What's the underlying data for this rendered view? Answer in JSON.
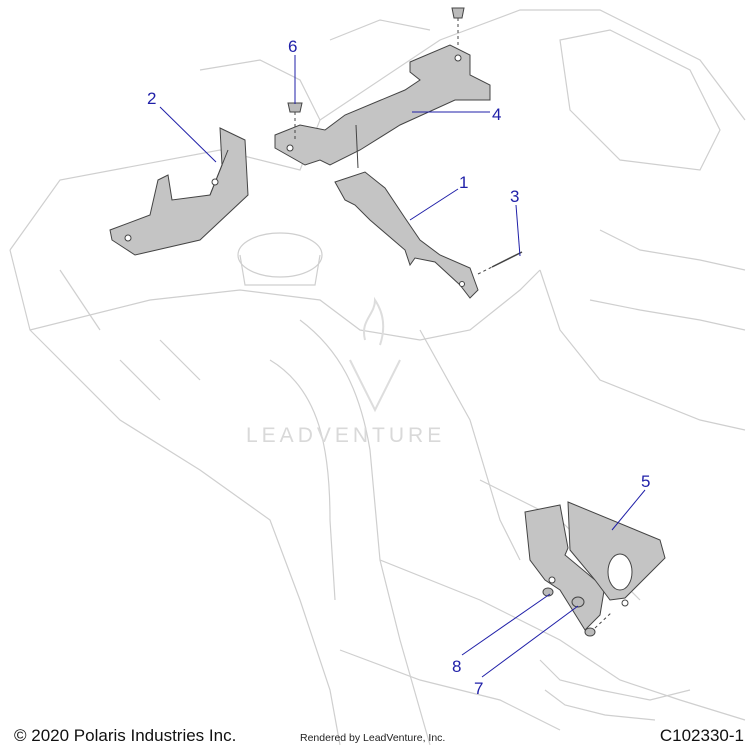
{
  "diagram": {
    "callouts": [
      {
        "id": "1",
        "label": "1"
      },
      {
        "id": "2",
        "label": "2"
      },
      {
        "id": "3",
        "label": "3"
      },
      {
        "id": "4",
        "label": "4"
      },
      {
        "id": "5",
        "label": "5"
      },
      {
        "id": "6",
        "label": "6"
      },
      {
        "id": "7",
        "label": "7"
      },
      {
        "id": "8",
        "label": "8"
      }
    ]
  },
  "footer": {
    "copyright": "© 2020 Polaris Industries Inc.",
    "rendered_by": "Rendered by LeadVenture, Inc.",
    "figure_id": "C102330-1"
  },
  "watermark": {
    "text": "LEADVENTURE"
  },
  "colors": {
    "callout": "#1f1fa8",
    "frame_line": "#c8c8c8",
    "part_fill": "#bdbdbd",
    "part_line": "#444444"
  }
}
